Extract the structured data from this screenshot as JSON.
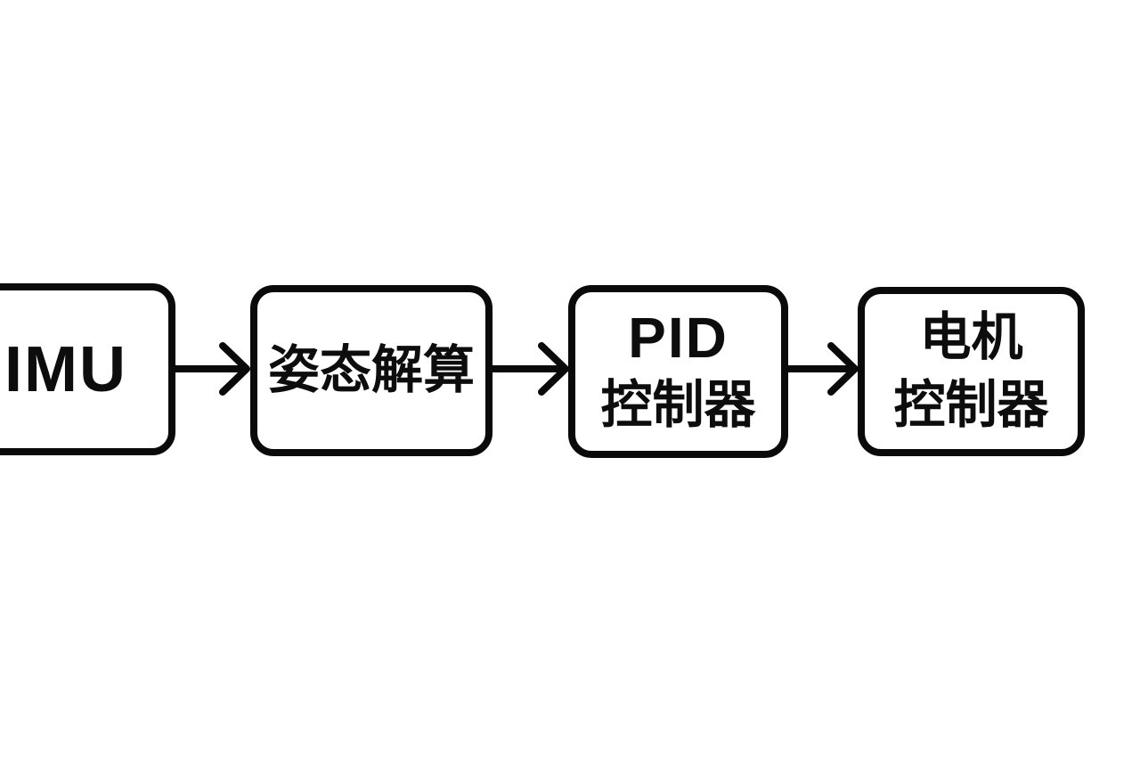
{
  "diagram": {
    "type": "flowchart",
    "direction": "left-to-right",
    "colors": {
      "stroke": "#0a0a0a",
      "node_fill": "#ffffff",
      "background": "#ffffff",
      "text": "#0d0d0d"
    },
    "nodes": [
      {
        "id": "imu",
        "lines": [
          "IMU"
        ],
        "clipped_left_edge": true
      },
      {
        "id": "attitude-solver",
        "lines": [
          "姿态解算"
        ],
        "clipped_left_edge": false
      },
      {
        "id": "pid-controller",
        "lines": [
          "PID",
          "控制器"
        ],
        "clipped_left_edge": false
      },
      {
        "id": "motor-controller",
        "lines": [
          "电机",
          "控制器"
        ],
        "clipped_left_edge": false
      }
    ],
    "edges": [
      {
        "from": "imu",
        "to": "attitude-solver"
      },
      {
        "from": "attitude-solver",
        "to": "pid-controller"
      },
      {
        "from": "pid-controller",
        "to": "motor-controller"
      }
    ]
  }
}
